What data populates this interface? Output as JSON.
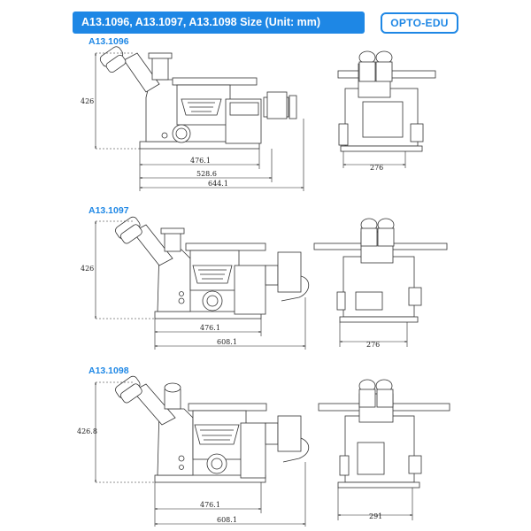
{
  "header": {
    "title": "A13.1096,  A13.1097,  A13.1098  Size (Unit: mm)",
    "logo_text": "OPTO-EDU",
    "brand_color": "#1e87e5"
  },
  "models": [
    {
      "name": "A13.1096",
      "height": "426",
      "side_widths": [
        "476.1",
        "528.6",
        "644.1"
      ],
      "front_width": "276"
    },
    {
      "name": "A13.1097",
      "height": "426",
      "side_widths": [
        "476.1",
        "608.1"
      ],
      "front_width": "276"
    },
    {
      "name": "A13.1098",
      "height": "426.8",
      "side_widths": [
        "476.1",
        "608.1"
      ],
      "front_width": "291"
    }
  ]
}
